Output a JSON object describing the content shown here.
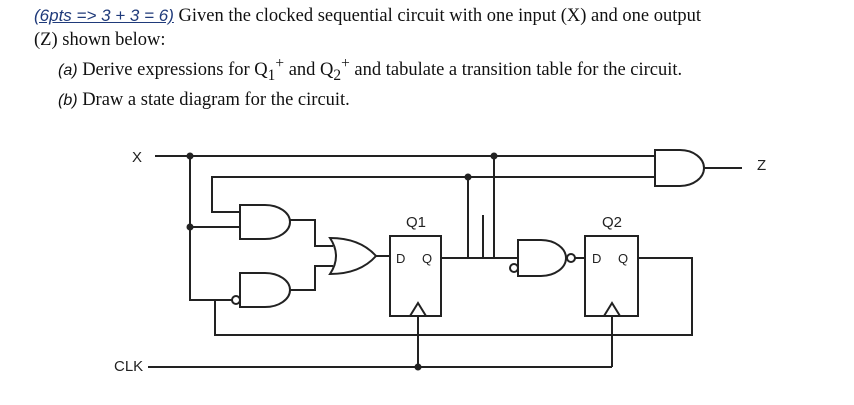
{
  "question": {
    "points": "(6pts => 3 + 3 = 6)",
    "intro_line1": " Given the clocked sequential circuit with one input (X) and one output",
    "intro_line2": "(Z) shown below:",
    "part_a_label": "(a)",
    "part_a_text_1": " Derive expressions for Q",
    "part_a_text_2": " and Q",
    "part_a_text_3": " and tabulate a transition table for the circuit.",
    "part_a_sub1": "1",
    "part_a_sub2": "2",
    "part_a_sup": "+",
    "part_b_label": "(b)",
    "part_b_text": " Draw a state diagram for the circuit."
  },
  "circuit": {
    "input_label": "X",
    "output_label": "Z",
    "clock_label": "CLK",
    "ff1": {
      "name": "Q1",
      "d_pin": "D",
      "q_pin": "Q"
    },
    "ff2": {
      "name": "Q2",
      "d_pin": "D",
      "q_pin": "Q"
    }
  }
}
